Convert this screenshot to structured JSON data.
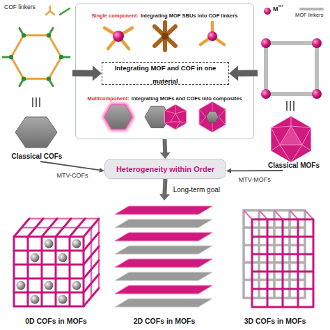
{
  "diagram": {
    "nodes": [
      {
        "text": [
          "Classical COFs"
        ]
      },
      {
        "text": [
          "Single component:",
          "Integrating MOF SBUs into COF linkers",
          "Multicomponent:",
          "Integrating MOFs and COFs into composites"
        ]
      },
      {
        "text": [
          "Integrating MOF and COF in one material"
        ],
        "in": 1
      },
      {
        "text": [
          "Classical MOFs"
        ]
      },
      {
        "text": [
          "Heterogeneity within Order"
        ]
      },
      {
        "text": [
          "0D COFs in MOFs"
        ]
      },
      {
        "text": [
          "2D COFs in MOFs"
        ]
      },
      {
        "text": [
          "3D COFs in MOFs"
        ]
      }
    ],
    "edges": [
      {
        "from": 0,
        "to": 2,
        "arrow": "to"
      },
      {
        "from": 3,
        "to": 2,
        "arrow": "to"
      },
      {
        "from": 1,
        "to": 4,
        "arrow": "to"
      },
      {
        "from": 0,
        "to": 4,
        "label": "MTV-COFs",
        "arrow": "to"
      },
      {
        "from": 3,
        "to": 4,
        "label": "MTV-MOFs",
        "arrow": "to"
      },
      {
        "from": 4,
        "to": 6,
        "label": "Long-term goal",
        "arrow": "to"
      }
    ],
    "labels": [
      "COF linkers",
      "M",
      "n+",
      "MOF linkers"
    ]
  }
}
